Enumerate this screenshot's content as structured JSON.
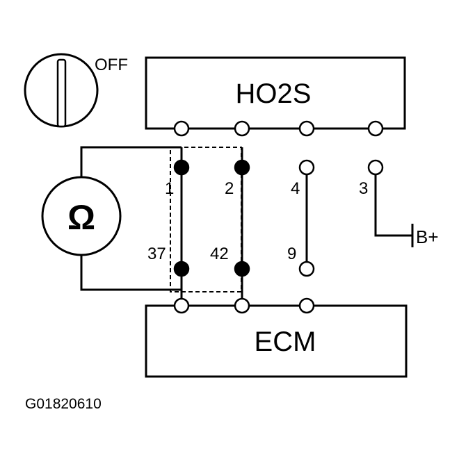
{
  "ignition": {
    "state_label": "OFF"
  },
  "sensor": {
    "label": "HO2S"
  },
  "module": {
    "label": "ECM"
  },
  "meter": {
    "symbol": "Ω"
  },
  "supply": {
    "label": "B+"
  },
  "pins": {
    "sensor_1": "1",
    "sensor_2": "2",
    "sensor_4": "4",
    "sensor_3": "3",
    "ecm_37": "37",
    "ecm_42": "42",
    "ecm_9": "9"
  },
  "figure": {
    "id": "G01820610"
  }
}
